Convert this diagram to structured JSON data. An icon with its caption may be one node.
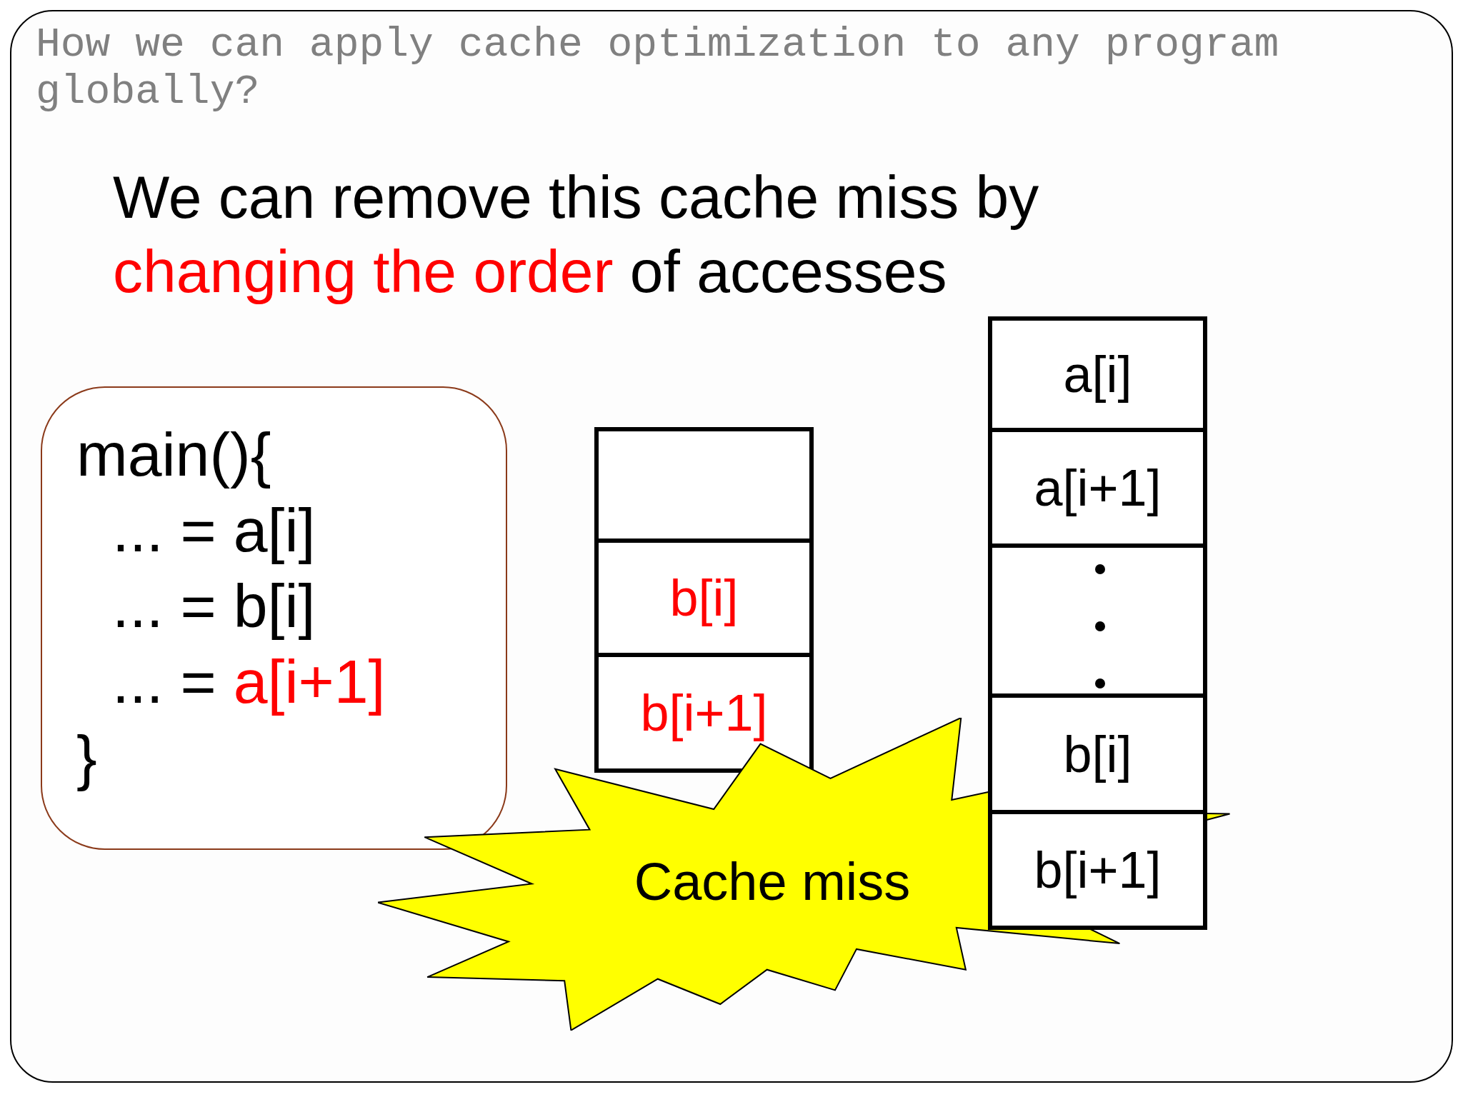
{
  "diagram": {
    "title": "How we can apply cache optimization to any program globally?",
    "nodes": [
      {
        "text": [
          "main(){",
          "... = a[i]",
          "... = b[i]",
          "... =",
          "a[i+1]",
          "}"
        ]
      },
      {
        "text": [],
        "shape": "box"
      },
      {
        "text": [
          "b[i]"
        ]
      },
      {
        "text": [
          "b[i+1]"
        ]
      },
      {
        "text": [
          "a[i]"
        ]
      },
      {
        "text": [
          "a[i+1]"
        ]
      },
      {
        "text": [],
        "shape": "box"
      },
      {
        "text": [
          "b[i]"
        ]
      },
      {
        "text": [
          "b[i+1]"
        ]
      },
      {
        "text": [
          "Cache miss"
        ]
      }
    ],
    "labels": [
      "We can remove this cache miss by",
      "changing the order",
      "of accesses"
    ]
  }
}
